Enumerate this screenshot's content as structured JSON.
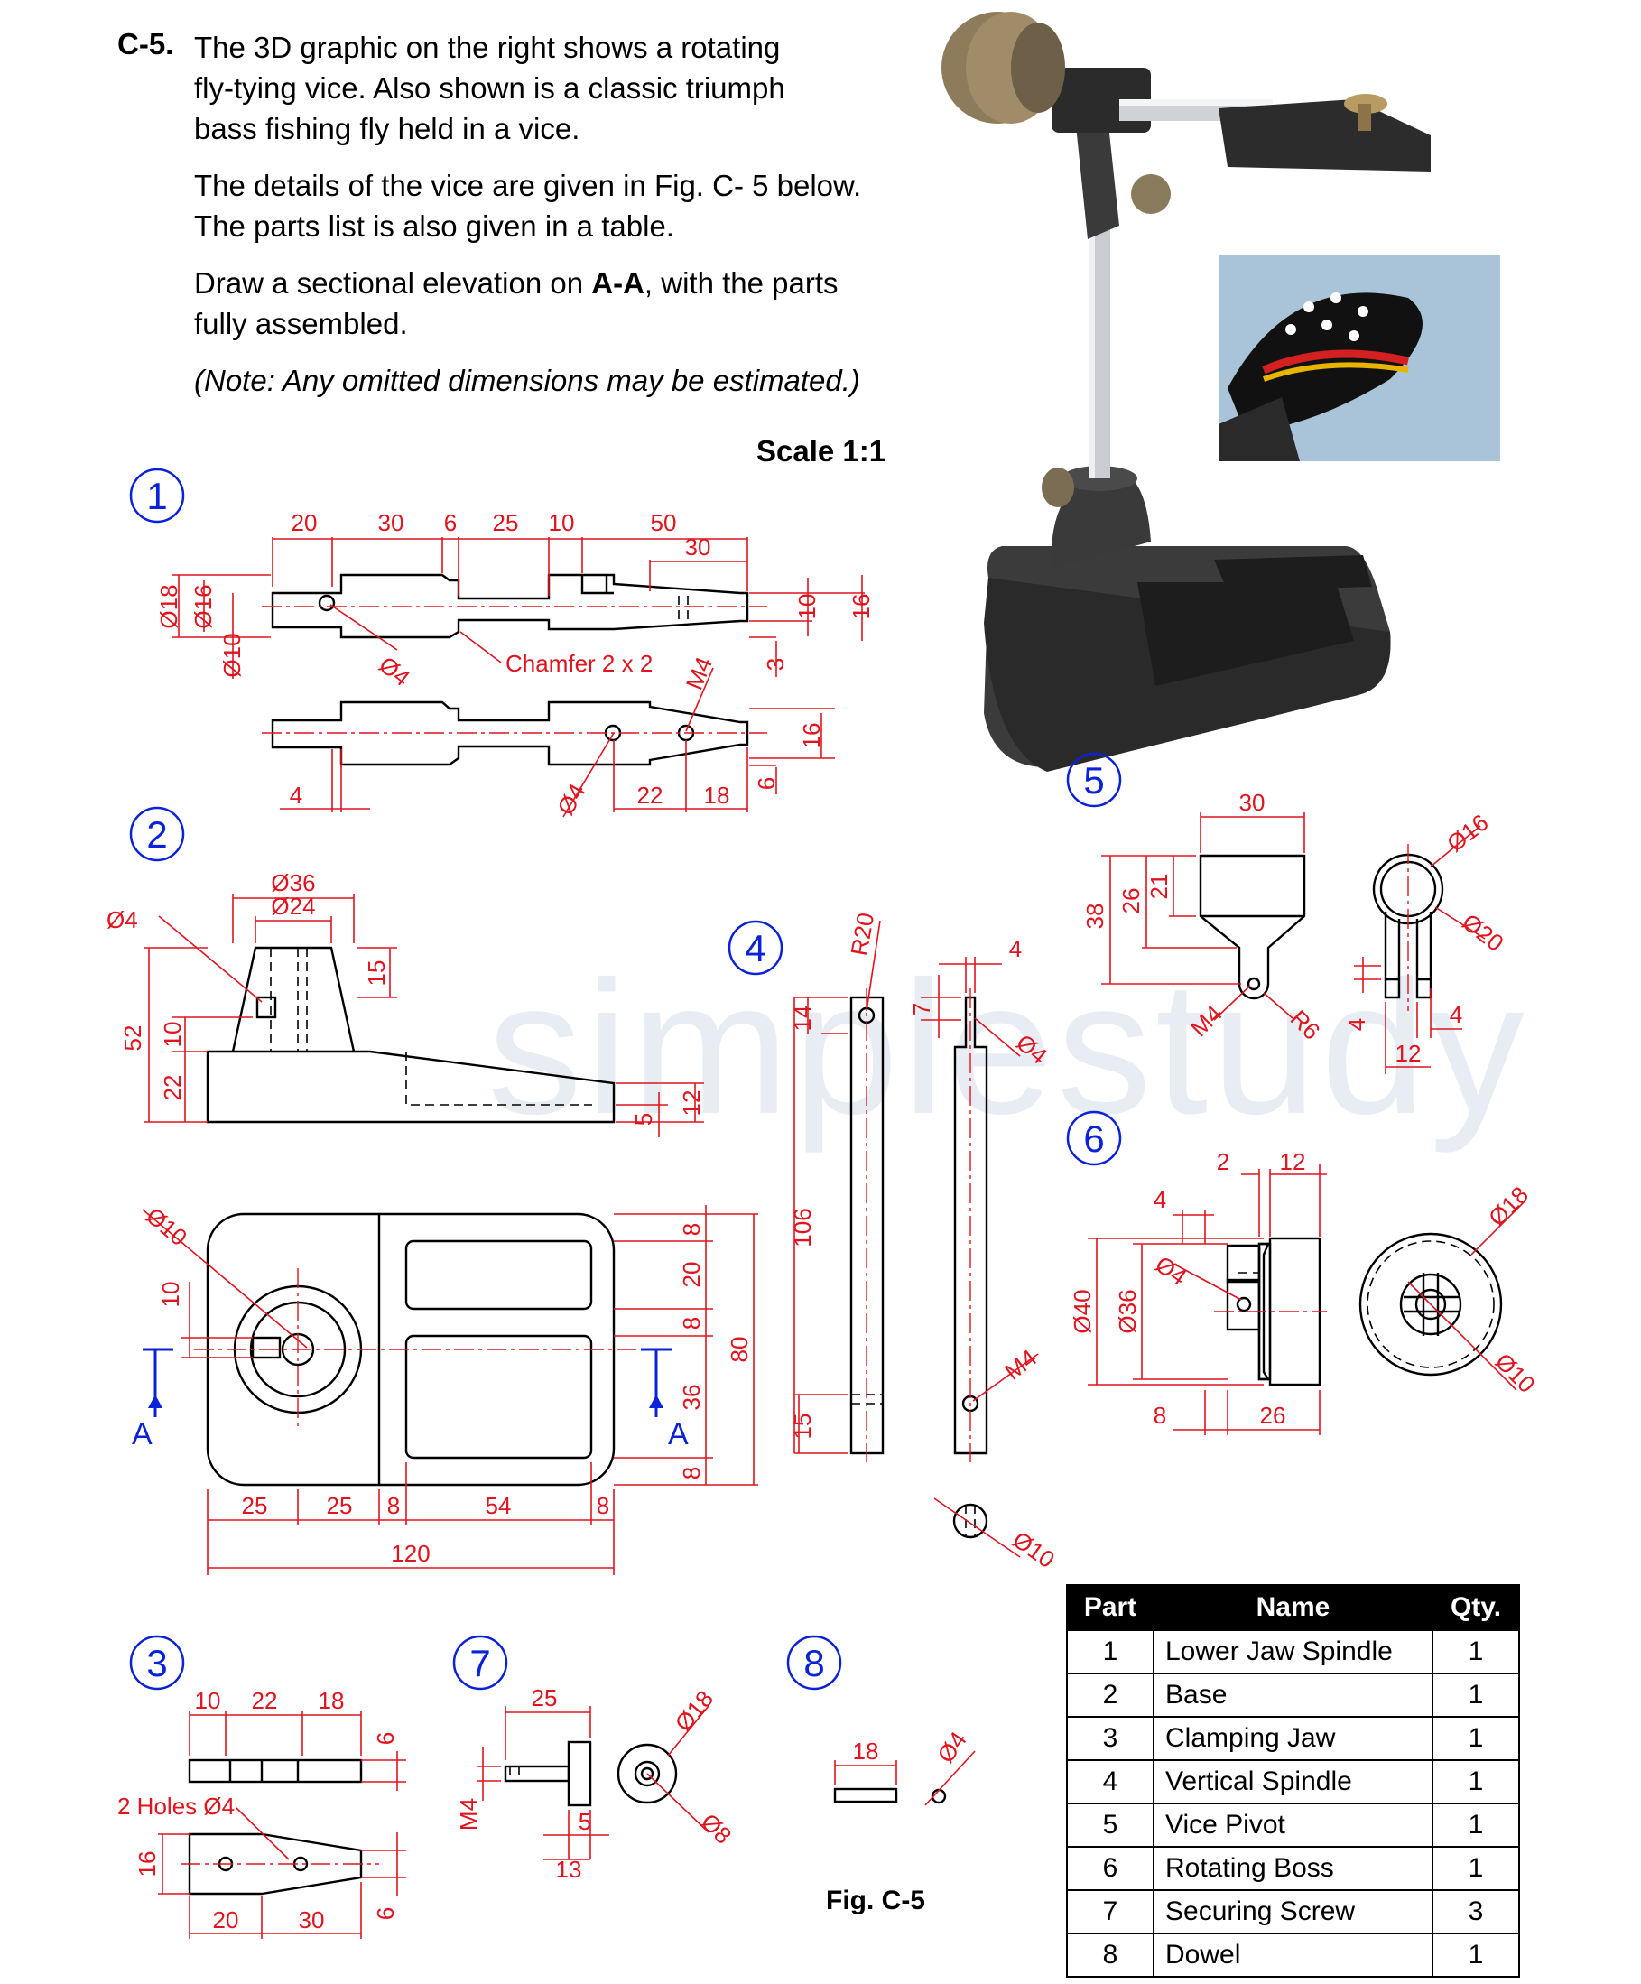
{
  "question": {
    "number": "C-5.",
    "lines": [
      "The 3D graphic on the right shows a rotating",
      "fly-tying vice.  Also shown is a classic triumph",
      "bass fishing fly held in a vice.",
      "The details of the vice are given in Fig. C- 5 below.",
      "The parts list is also given in a table.",
      "Draw a sectional elevation on ",
      "A-A",
      ", with the parts",
      "fully assembled.",
      "(Note: Any omitted dimensions may be estimated.)"
    ],
    "scale": "Scale 1:1"
  },
  "watermark": "simplestudy",
  "figure_caption": "Fig. C-5",
  "section_letters": [
    "A",
    "A"
  ],
  "part_numbers": [
    "1",
    "2",
    "3",
    "4",
    "5",
    "6",
    "7",
    "8"
  ],
  "dimensions": {
    "p1": [
      "20",
      "30",
      "6",
      "25",
      "10",
      "50",
      "30",
      "Ø18",
      "Ø16",
      "Ø10",
      "Ø4",
      "Chamfer 2 x 2",
      "10",
      "16",
      "3",
      "M4",
      "16",
      "4",
      "Ø4",
      "22",
      "18",
      "6"
    ],
    "p2": [
      "Ø36",
      "Ø24",
      "Ø4",
      "15",
      "52",
      "10",
      "22",
      "12",
      "5",
      "Ø10",
      "10",
      "8",
      "20",
      "8",
      "80",
      "36",
      "8",
      "25",
      "25",
      "8",
      "54",
      "8",
      "120"
    ],
    "p3": [
      "10",
      "22",
      "18",
      "6",
      "2 Holes Ø4",
      "16",
      "20",
      "30",
      "6"
    ],
    "p4": [
      "R20",
      "4",
      "14",
      "7",
      "Ø4",
      "106",
      "M4",
      "15",
      "Ø10"
    ],
    "p5": [
      "30",
      "38",
      "26",
      "21",
      "Ø16",
      "Ø20",
      "M4",
      "R6",
      "4",
      "4",
      "12"
    ],
    "p6": [
      "2",
      "12",
      "4",
      "Ø4",
      "Ø40",
      "Ø36",
      "8",
      "26",
      "Ø18",
      "Ø10"
    ],
    "p7": [
      "25",
      "Ø18",
      "M4",
      "5",
      "13",
      "Ø8"
    ],
    "p8": [
      "18",
      "Ø4"
    ]
  },
  "parts_table": {
    "headers": [
      "Part",
      "Name",
      "Qty."
    ],
    "rows": [
      [
        "1",
        "Lower Jaw Spindle",
        "1"
      ],
      [
        "2",
        "Base",
        "1"
      ],
      [
        "3",
        "Clamping Jaw",
        "1"
      ],
      [
        "4",
        "Vertical Spindle",
        "1"
      ],
      [
        "5",
        "Vice Pivot",
        "1"
      ],
      [
        "6",
        "Rotating Boss",
        "1"
      ],
      [
        "7",
        "Securing Screw",
        "3"
      ],
      [
        "8",
        "Dowel",
        "1"
      ]
    ]
  },
  "colors": {
    "dimension": "#e0141e",
    "outline": "#000000",
    "part_number": "#0b22d8"
  }
}
